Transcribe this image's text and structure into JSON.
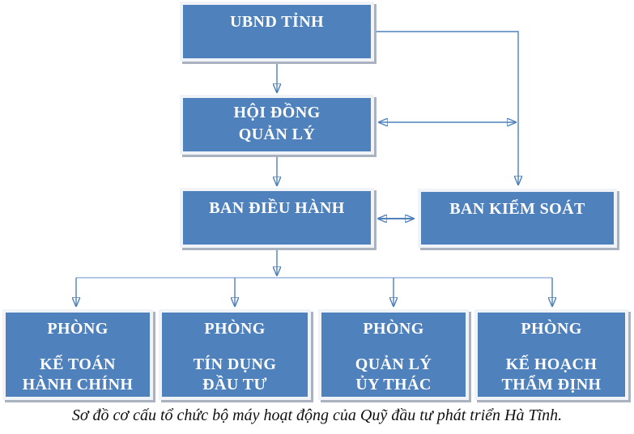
{
  "diagram": {
    "nodes": {
      "ubnd_tinh": {
        "label": "UBND TỈNH"
      },
      "hoi_dong_quan_ly": {
        "lines": [
          "HỘI ĐỒNG",
          "QUẢN LÝ"
        ]
      },
      "ban_dieu_hanh": {
        "label": "BAN ĐIỀU HÀNH"
      },
      "ban_kiem_soat": {
        "label": "BAN KIỂM SOÁT"
      },
      "phong_ke_toan_hanh_chinh": {
        "title": "PHÒNG",
        "lines": [
          "KẾ TOÁN",
          "HÀNH CHÍNH"
        ]
      },
      "phong_tin_dung_dau_tu": {
        "title": "PHÒNG",
        "lines": [
          "TÍN DỤNG",
          "ĐẦU TƯ"
        ]
      },
      "phong_quan_ly_uy_thac": {
        "title": "PHÒNG",
        "lines": [
          "QUẢN LÝ",
          "ỦY THÁC"
        ]
      },
      "phong_ke_hoach_tham_dinh": {
        "title": "PHÒNG",
        "lines": [
          "KẾ HOẠCH",
          "THẨM ĐỊNH"
        ]
      }
    },
    "caption": "Sơ đồ cơ cấu tổ chức bộ máy hoạt động của Quỹ đầu tư phát triển Hà Tĩnh.",
    "colors": {
      "node_fill": "#4F81BD",
      "node_border": "#F0F3F8",
      "node_shadow": "#A9B2BE",
      "connector": "#4E81BC",
      "rail": "#84A8D6",
      "node_text": "#FFFFFF",
      "caption_text": "#111111"
    }
  }
}
